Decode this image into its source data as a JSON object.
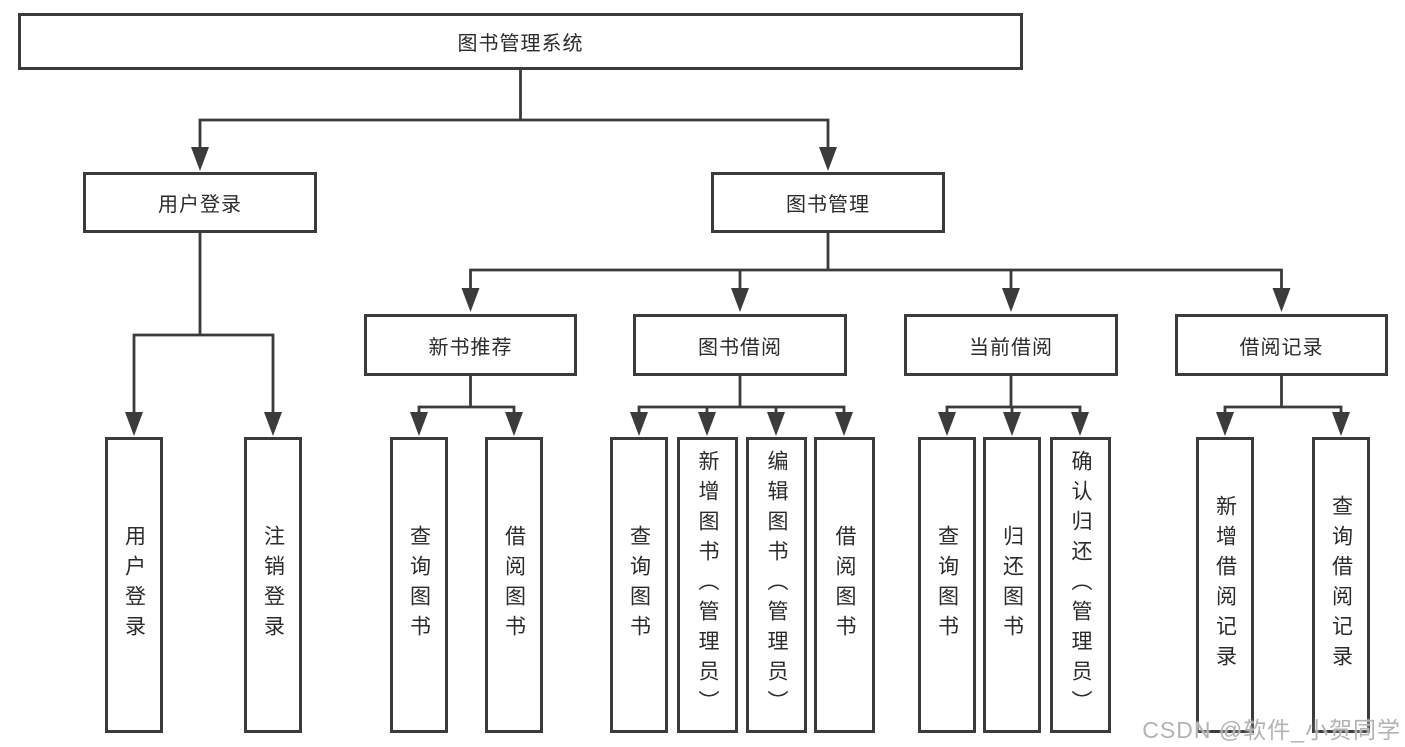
{
  "diagram": {
    "title_node": {
      "label": "图书管理系统"
    },
    "user_login_branch": {
      "label": "用户登录",
      "children": [
        {
          "label": "用户登录"
        },
        {
          "label": "注销登录"
        }
      ]
    },
    "book_mgmt_branch": {
      "label": "图书管理",
      "groups": [
        {
          "label": "新书推荐",
          "children": [
            {
              "label": "查询图书"
            },
            {
              "label": "借阅图书"
            }
          ]
        },
        {
          "label": "图书借阅",
          "children": [
            {
              "label": "查询图书"
            },
            {
              "label": "新增图书（管理员）"
            },
            {
              "label": "编辑图书（管理员）"
            },
            {
              "label": "借阅图书"
            }
          ]
        },
        {
          "label": "当前借阅",
          "children": [
            {
              "label": "查询图书"
            },
            {
              "label": "归还图书"
            },
            {
              "label": "确认归还（管理员）"
            }
          ]
        },
        {
          "label": "借阅记录",
          "children": [
            {
              "label": "新增借阅记录"
            },
            {
              "label": "查询借阅记录"
            }
          ]
        }
      ]
    },
    "watermark": "CSDN @软件_小贺同学",
    "colors": {
      "line": "#3b3b3b",
      "text": "#2b2b2b",
      "background": "#ffffff",
      "watermark": "#b3b3b3"
    }
  }
}
